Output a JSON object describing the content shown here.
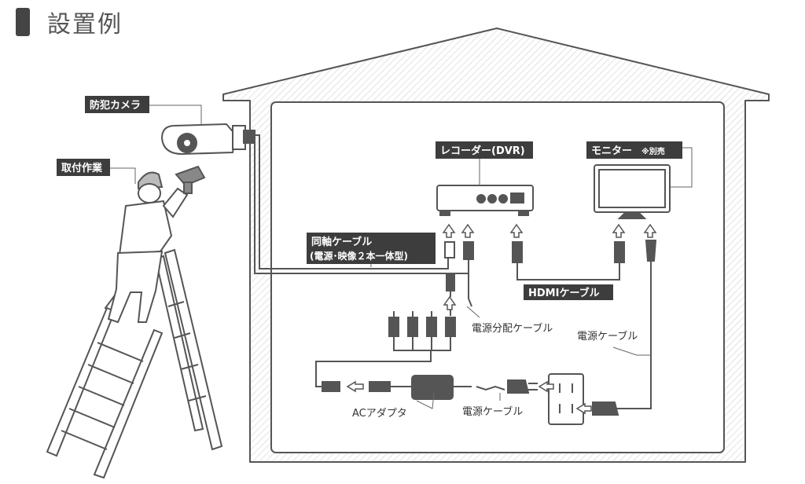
{
  "page": {
    "title": "設置例"
  },
  "labels": {
    "camera": "防犯カメラ",
    "install": "取付作業",
    "recorder": "レコーダー(DVR)",
    "monitor": "モニター",
    "monitor_note": "※別売",
    "coax_line1": "同軸ケーブル",
    "coax_line2": "(電源･映像２本一体型)",
    "hdmi": "HDMIケーブル",
    "splitter": "電源分配ケーブル",
    "power_cable_right": "電源ケーブル",
    "ac_adapter": "ACアダプタ",
    "power_cable_bottom": "電源ケーブル"
  }
}
